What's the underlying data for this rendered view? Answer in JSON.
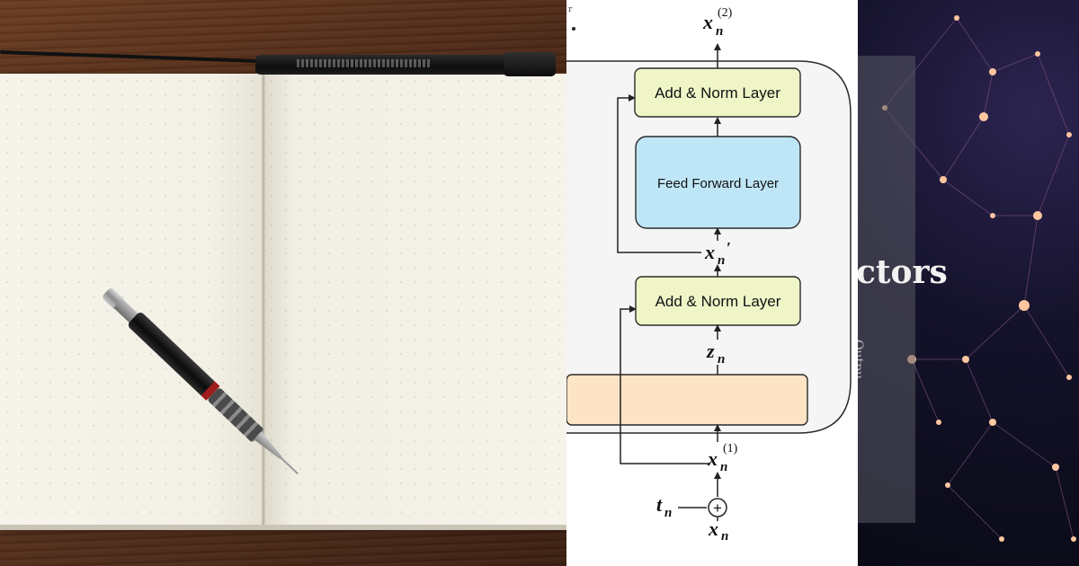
{
  "diagram": {
    "top_output_label": {
      "var": "x",
      "sub": "n",
      "sup": "(2)"
    },
    "add_norm_top_label": "Add & Norm Layer",
    "feed_forward_label": "Feed Forward Layer",
    "middle_label": {
      "var": "x",
      "sub": "n",
      "prime": "′"
    },
    "add_norm_bottom_label": "Add & Norm Layer",
    "z_label": {
      "var": "z",
      "sub": "n"
    },
    "block_input_label": {
      "var": "x",
      "sub": "n",
      "sup": "(1)"
    },
    "time_embedding_label": {
      "var": "t",
      "sub": "n"
    },
    "plus_symbol": "+",
    "base_input_label": {
      "var": "x",
      "sub": "n"
    },
    "stray_mark": "r",
    "colors": {
      "add_norm_fill": "#f0f5c8",
      "feed_forward_fill": "#bfe6f7",
      "attention_fill": "#fde4c4",
      "container_fill": "#f5f5f5",
      "box_stroke": "#2a2a2a"
    }
  },
  "background_right": {
    "title_fragment": "ctors",
    "side_fragment": "Outpu"
  }
}
